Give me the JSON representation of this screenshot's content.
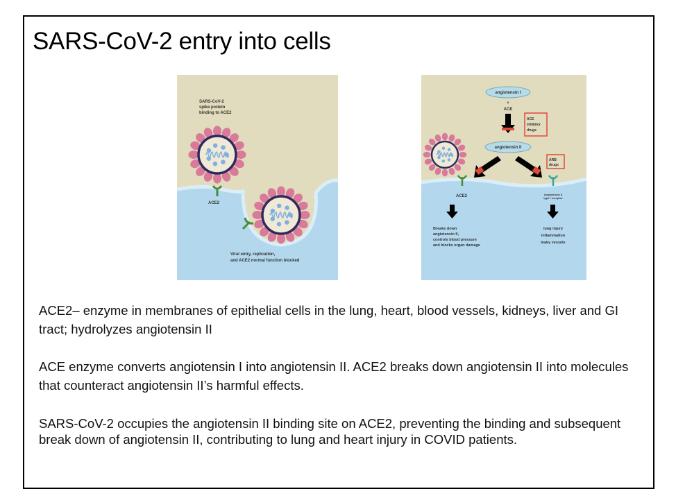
{
  "title": "SARS-CoV-2 entry into cells",
  "figure_left": {
    "caption_top": [
      "SARS-CoV-2",
      "spike protein",
      "binding to ACE2"
    ],
    "ace2_label": "ACE2",
    "caption_bottom": [
      "Viral entry, replication,",
      "and ACE2 normal function blocked"
    ]
  },
  "figure_right": {
    "angiotensin_1": "angiotensin I",
    "plus": "+",
    "ace": "ACE",
    "ace_inhibitor": [
      "ACE",
      "inhibitor",
      "drugs"
    ],
    "angiotensin_2": "angiotensin II",
    "arb": [
      "ARB",
      "drugs"
    ],
    "ace2_label": "ACE2",
    "receptor_label": [
      "Angiotensin II",
      "type I receptor"
    ],
    "left_outcome": [
      "Breaks down",
      "angiotensin II,",
      "controls blood pressure",
      "and blocks organ damage"
    ],
    "right_outcome": [
      "lung injury",
      "inflammation",
      "leaky vessels"
    ]
  },
  "paragraphs": [
    "ACE2– enzyme in membranes of epithelial cells in the lung, heart, blood vessels, kidneys, liver and GI tract; hydrolyzes angiotensin II",
    "ACE enzyme converts angiotensin I into angiotensin II.  ACE2 breaks down angiotensin II into molecules that counteract angiotensin II’s harmful effects.",
    "SARS-CoV-2 occupies the angiotensin II binding site on ACE2, preventing the binding and subsequent break down of angiotensin II, contributing to lung and heart injury in COVID patients."
  ],
  "colors": {
    "beige": "#e1dcbd",
    "blue": "#b3d8ee",
    "membrane": "#dbeef7",
    "spike": "#d97a9a",
    "virus_ring": "#2d2a5e",
    "rna": "#7fb0e0",
    "receptor": "#4a8a3a",
    "red": "#e04a3a"
  }
}
